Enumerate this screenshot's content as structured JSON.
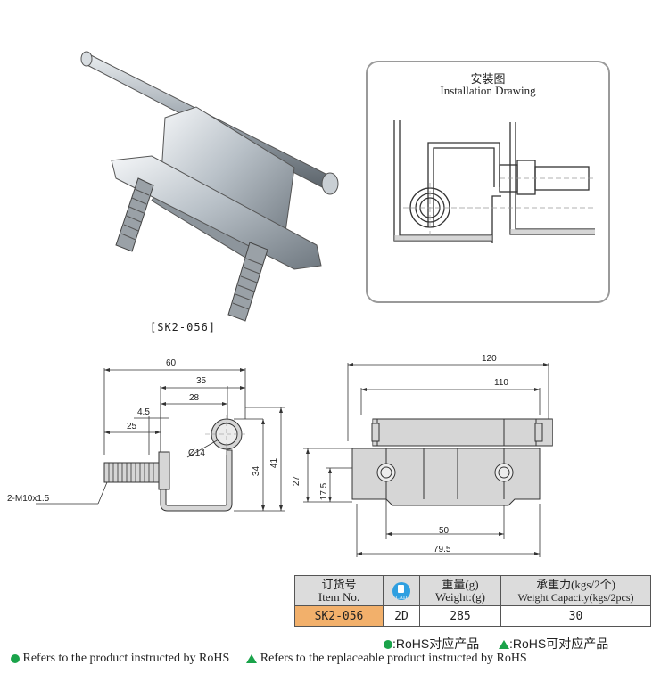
{
  "photo": {
    "caption": "[SK2-056]"
  },
  "installation": {
    "title_cn": "安装图",
    "title_en": "Installation Drawing"
  },
  "side_view": {
    "dim_60": "60",
    "dim_35": "35",
    "dim_28": "28",
    "dim_4_5": "4.5",
    "dim_25": "25",
    "dim_diameter": "Ø14",
    "dim_34": "34",
    "dim_41": "41",
    "thread": "2-M10x1.5"
  },
  "front_view": {
    "dim_120": "120",
    "dim_110": "110",
    "dim_27": "27",
    "dim_17_5": "17.5",
    "dim_50": "50",
    "dim_79_5": "79.5"
  },
  "spec_table": {
    "h_item_cn": "订货号",
    "h_item_en": "Item No.",
    "h_cad": "CAD",
    "h_weight_cn": "重量(g)",
    "h_weight_en": "Weight:(g)",
    "h_capacity_cn": "承重力(kgs/2个)",
    "h_capacity_en": "Weight Capacity(kgs/2pcs)",
    "item_no": "SK2-056",
    "cad_value": "2D",
    "weight": "285",
    "capacity": "30"
  },
  "legend": {
    "rohs_cn": ":RoHS对应产品",
    "rohs_replaceable_cn": ":RoHS可对应产品",
    "rohs_en": "Refers to the product instructed by RoHS",
    "rohs_replaceable_en": "Refers to the replaceable product instructed by RoHS",
    "accent": "#1aa34a"
  }
}
